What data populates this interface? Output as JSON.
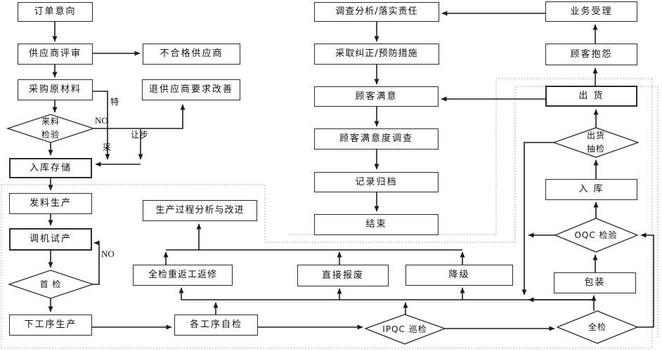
{
  "colors": {
    "line": "#1c1c1c",
    "box_border": "#2b2b2b",
    "box_fill": "#ffffff",
    "dotted_boundary": "#9a9a9a",
    "text": "#111111"
  },
  "nodes": {
    "order_intent": {
      "label": "订单意向"
    },
    "supplier_review": {
      "label": "供应商评审"
    },
    "unqualified_supplier": {
      "label": "不合格供应商"
    },
    "purchase_raw_materials": {
      "label": "采购原材料"
    },
    "return_supplier_improve": {
      "label": "退供应商要求改善"
    },
    "incoming_inspection": {
      "label": "来料\n检验"
    },
    "warehouse_storage": {
      "label": "入库存储"
    },
    "issue_materials": {
      "label": "发料生产"
    },
    "machine_trial": {
      "label": "调机试产"
    },
    "first_inspection": {
      "label": "首 检"
    },
    "next_process": {
      "label": "下工序生产"
    },
    "investigate_responsibility": {
      "label": "调查分析/落实责任"
    },
    "corrective_preventive": {
      "label": "采取纠正/预防措施"
    },
    "customer_satisfaction": {
      "label": "顾客满意"
    },
    "satisfaction_survey": {
      "label": "顾客满意度调查"
    },
    "record_archive": {
      "label": "记录归档"
    },
    "end": {
      "label": "结束"
    },
    "process_analysis": {
      "label": "生产过程分析与改进"
    },
    "full_rework": {
      "label": "全检重返工返修"
    },
    "direct_scrap": {
      "label": "直接报废"
    },
    "downgrade": {
      "label": "降级"
    },
    "self_inspection": {
      "label": "各工序自检"
    },
    "ipqc_inspection": {
      "label": "IPQC 巡检"
    },
    "business_acceptance": {
      "label": "业务受理"
    },
    "customer_complaint": {
      "label": "顾客抱怨"
    },
    "shipment": {
      "label": "出 货"
    },
    "shipment_sampling": {
      "label": "出货\n抽检"
    },
    "warehousing": {
      "label": "入 库"
    },
    "oqc_inspection": {
      "label": "OQC 检验"
    },
    "packaging": {
      "label": "包装"
    },
    "full_inspection": {
      "label": "全检"
    }
  },
  "edge_labels": {
    "incoming_no": "NO",
    "concession": "让步",
    "special_top": "特",
    "special_bottom": "采",
    "first_no": "NO"
  }
}
